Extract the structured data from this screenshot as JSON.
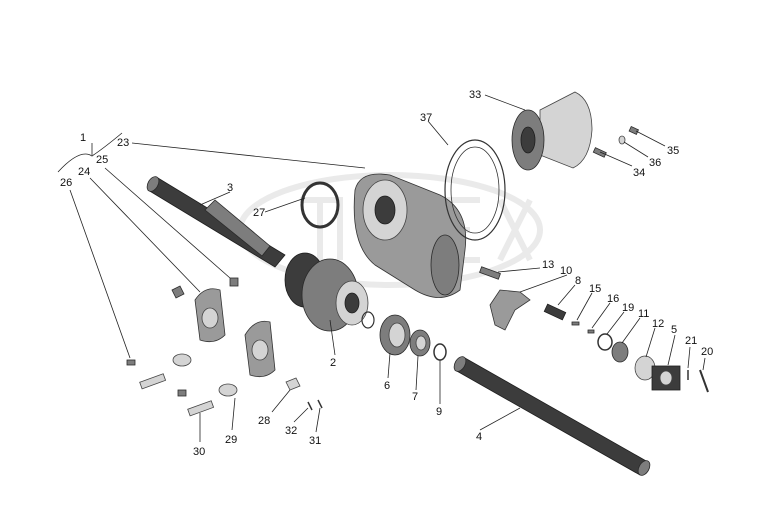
{
  "labels": [
    {
      "id": "l1",
      "text": "1"
    },
    {
      "id": "l2",
      "text": "2"
    },
    {
      "id": "l3",
      "text": "3"
    },
    {
      "id": "l4",
      "text": "4"
    },
    {
      "id": "l5",
      "text": "5"
    },
    {
      "id": "l6",
      "text": "6"
    },
    {
      "id": "l7",
      "text": "7"
    },
    {
      "id": "l8",
      "text": "8"
    },
    {
      "id": "l9",
      "text": "9"
    },
    {
      "id": "l10",
      "text": "10"
    },
    {
      "id": "l11",
      "text": "11"
    },
    {
      "id": "l12",
      "text": "12"
    },
    {
      "id": "l13",
      "text": "13"
    },
    {
      "id": "l15",
      "text": "15"
    },
    {
      "id": "l16",
      "text": "16"
    },
    {
      "id": "l19",
      "text": "19"
    },
    {
      "id": "l20",
      "text": "20"
    },
    {
      "id": "l21",
      "text": "21"
    },
    {
      "id": "l23",
      "text": "23"
    },
    {
      "id": "l24",
      "text": "24"
    },
    {
      "id": "l25",
      "text": "25"
    },
    {
      "id": "l26",
      "text": "26"
    },
    {
      "id": "l27",
      "text": "27"
    },
    {
      "id": "l28",
      "text": "28"
    },
    {
      "id": "l29",
      "text": "29"
    },
    {
      "id": "l30",
      "text": "30"
    },
    {
      "id": "l31",
      "text": "31"
    },
    {
      "id": "l32",
      "text": "32"
    },
    {
      "id": "l33",
      "text": "33"
    },
    {
      "id": "l34",
      "text": "34"
    },
    {
      "id": "l35",
      "text": "35"
    },
    {
      "id": "l36",
      "text": "36"
    },
    {
      "id": "l37",
      "text": "37"
    }
  ],
  "colors": {
    "line": "#222222",
    "metal": "#9a9a9a",
    "dark": "#3c3c3c",
    "watermark": "#e2e2e2"
  }
}
